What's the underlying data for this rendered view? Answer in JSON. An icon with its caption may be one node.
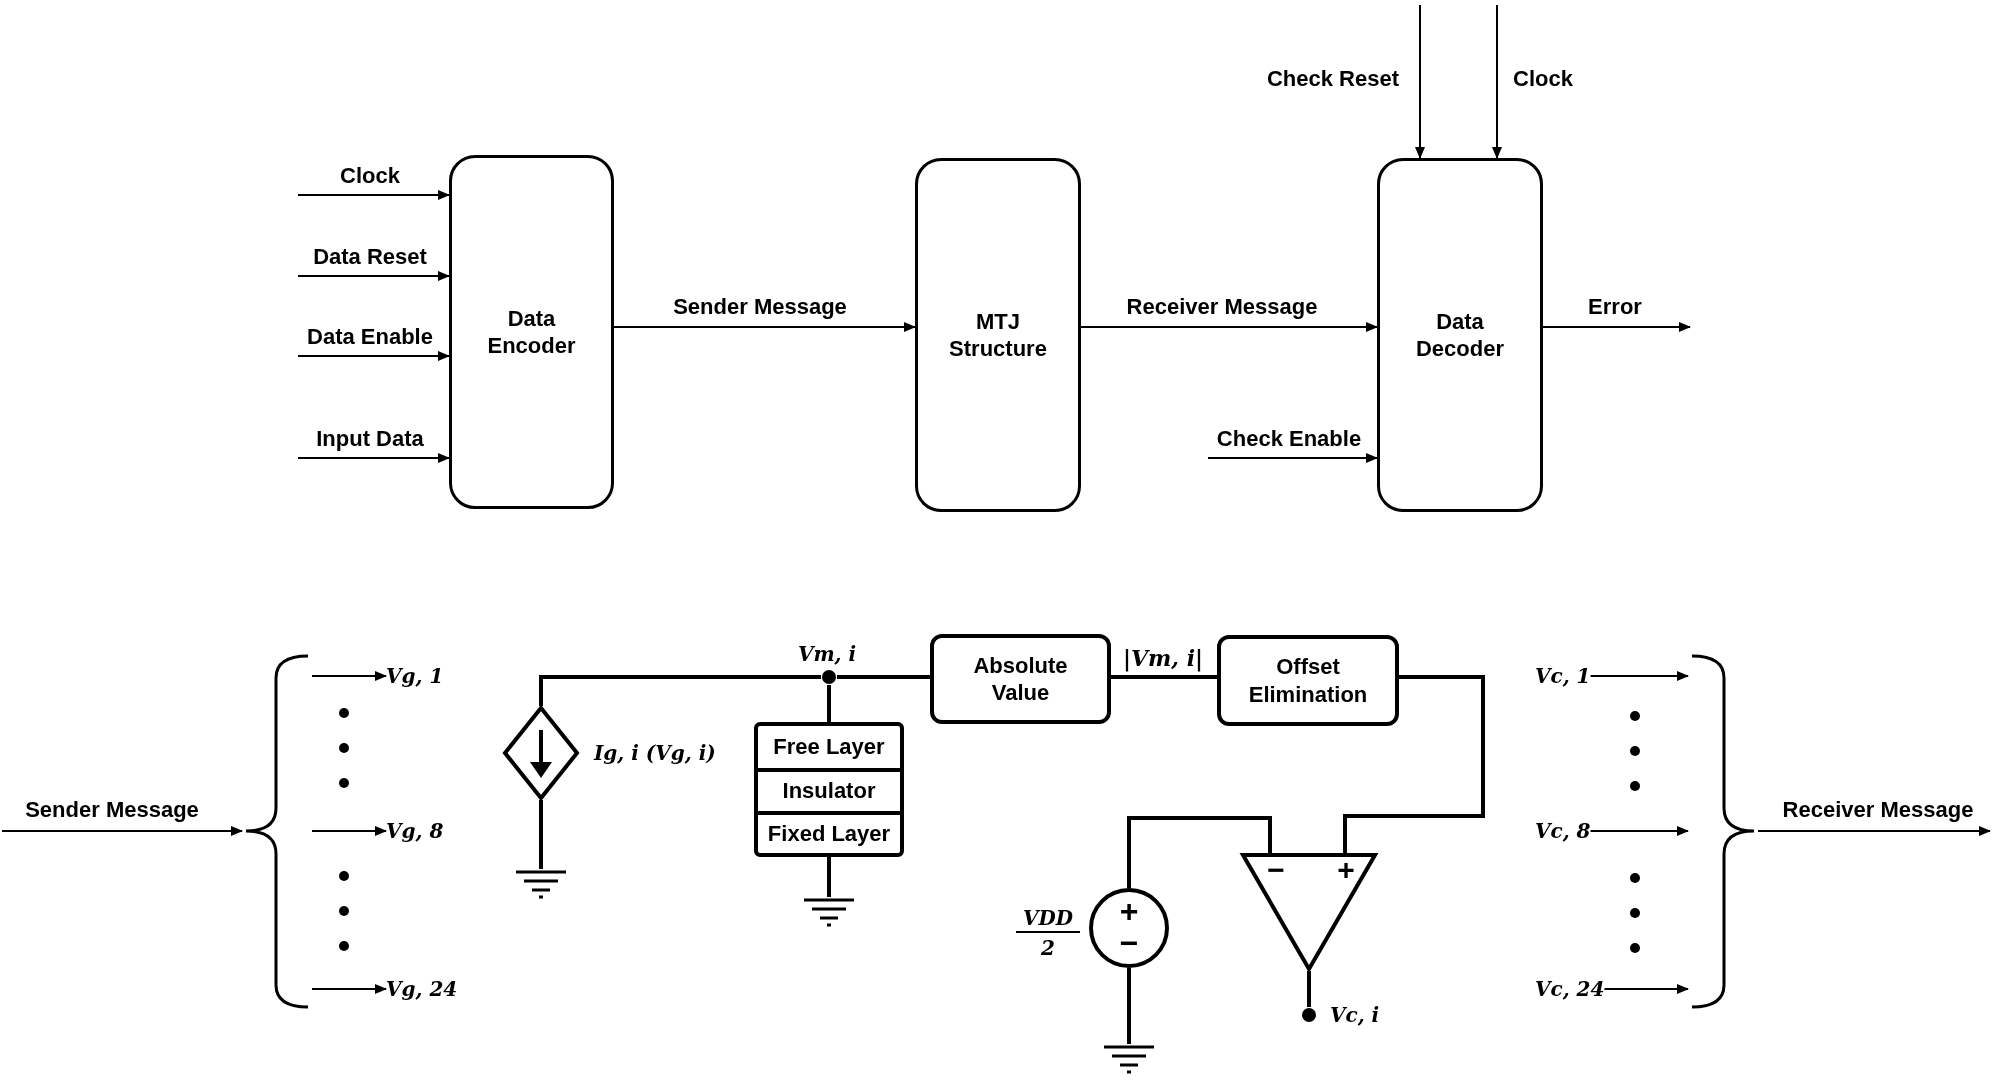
{
  "diagram": {
    "nodes": [
      {
        "text": [
          "Data Encoder"
        ]
      },
      {
        "text": [
          "MTJ Structure"
        ]
      },
      {
        "text": [
          "Data Decoder"
        ]
      },
      {
        "text": [],
        "shape": "brace"
      },
      {
        "text": [
          "Vg, 1"
        ]
      },
      {
        "text": [
          "Vg, 8"
        ]
      },
      {
        "text": [
          "Vg, 24"
        ]
      },
      {
        "text": [],
        "shape": "diamond",
        "beside": [
          "Ig, i (Vg, i)"
        ]
      },
      {
        "text": [],
        "shape": "ground"
      },
      {
        "text": [],
        "shape": "circle",
        "beside": [
          "Vm, i"
        ]
      },
      {
        "text": [],
        "shape": "box"
      },
      {
        "text": [
          "Free Layer"
        ],
        "in": 10
      },
      {
        "text": [
          "Insulator"
        ],
        "in": 10
      },
      {
        "text": [
          "Fixed Layer"
        ],
        "in": 10
      },
      {
        "text": [],
        "shape": "ground"
      },
      {
        "text": [
          "Absolute Value"
        ]
      },
      {
        "text": [
          "Offset Elimination"
        ]
      },
      {
        "text": [
          "−",
          "+"
        ]
      },
      {
        "text": [
          "+",
          "−"
        ],
        "beside": [
          "VDD",
          "2"
        ]
      },
      {
        "text": [],
        "shape": "ground"
      },
      {
        "text": [],
        "shape": "circle",
        "beside": [
          "Vc, i"
        ]
      },
      {
        "text": [
          "Vc, 1"
        ]
      },
      {
        "text": [
          "Vc, 8"
        ]
      },
      {
        "text": [
          "Vc, 24"
        ]
      },
      {
        "text": [],
        "shape": "brace"
      }
    ],
    "edges": [
      {
        "from": null,
        "to": 0,
        "arrow": "to",
        "label": "Clock"
      },
      {
        "from": null,
        "to": 0,
        "arrow": "to",
        "label": "Data Reset"
      },
      {
        "from": null,
        "to": 0,
        "arrow": "to",
        "label": "Data Enable"
      },
      {
        "from": null,
        "to": 0,
        "arrow": "to",
        "label": "Input Data"
      },
      {
        "from": 0,
        "to": 1,
        "arrow": "to",
        "label": "Sender Message"
      },
      {
        "from": 1,
        "to": 2,
        "arrow": "to",
        "label": "Receiver Message"
      },
      {
        "from": null,
        "to": 2,
        "arrow": "to",
        "label": "Check Reset"
      },
      {
        "from": null,
        "to": 2,
        "arrow": "to",
        "label": "Clock"
      },
      {
        "from": null,
        "to": 2,
        "arrow": "to",
        "label": "Check Enable"
      },
      {
        "from": 2,
        "to": null,
        "arrow": "to",
        "label": "Error"
      },
      {
        "from": null,
        "to": 3,
        "arrow": "to",
        "label": "Sender Message"
      },
      {
        "from": 3,
        "to": 4,
        "arrow": "to"
      },
      {
        "from": 3,
        "to": 5,
        "arrow": "to"
      },
      {
        "from": 3,
        "to": 6,
        "arrow": "to"
      },
      {
        "from": 9,
        "to": 7,
        "arrow": "none"
      },
      {
        "from": 7,
        "to": 8,
        "arrow": "none"
      },
      {
        "from": 9,
        "to": 10,
        "arrow": "none"
      },
      {
        "from": 10,
        "to": 14,
        "arrow": "none"
      },
      {
        "from": 9,
        "to": 15,
        "arrow": "none"
      },
      {
        "from": 15,
        "to": 16,
        "arrow": "none",
        "label": "|Vm, i|"
      },
      {
        "from": 16,
        "to": 17,
        "arrow": "none"
      },
      {
        "from": 18,
        "to": 17,
        "arrow": "none"
      },
      {
        "from": 18,
        "to": 19,
        "arrow": "none"
      },
      {
        "from": 17,
        "to": 20,
        "arrow": "none"
      },
      {
        "from": 21,
        "to": 24,
        "arrow": "to"
      },
      {
        "from": 22,
        "to": 24,
        "arrow": "to"
      },
      {
        "from": 23,
        "to": 24,
        "arrow": "to"
      },
      {
        "from": 24,
        "to": null,
        "arrow": "to",
        "label": "Receiver Message"
      }
    ]
  }
}
